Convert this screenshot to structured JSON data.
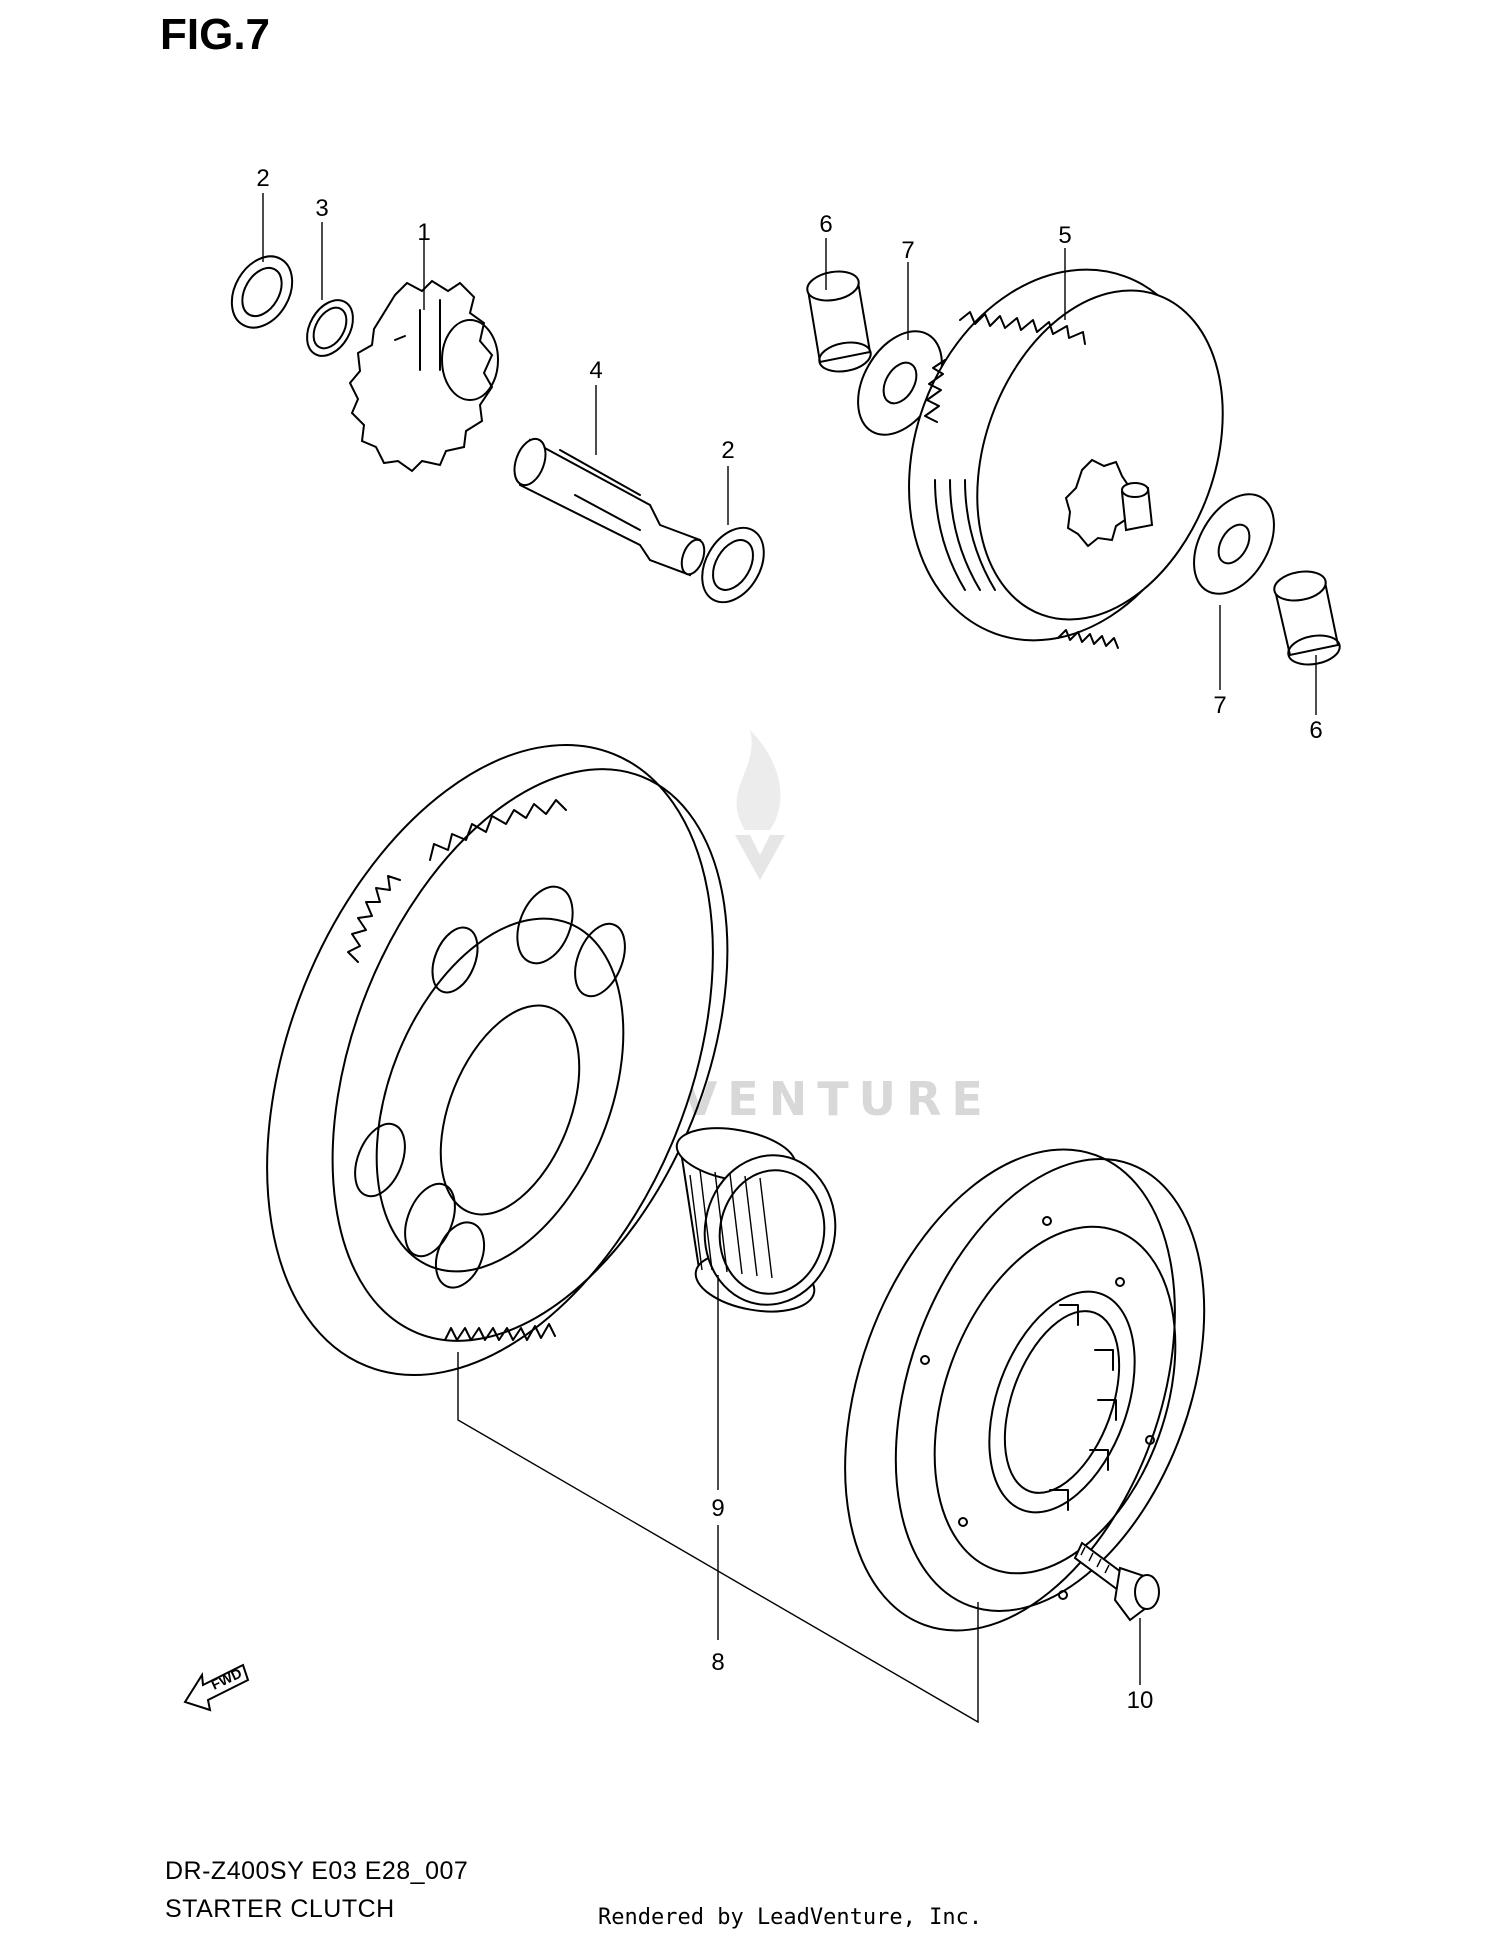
{
  "figure": {
    "title": "FIG.7",
    "model_code": "DR-Z400SY E03 E28_007",
    "section_name": "STARTER CLUTCH",
    "rendered_by": "Rendered by LeadVenture, Inc.",
    "watermark": "LEADVENTURE",
    "direction_label": "FWD"
  },
  "callouts": [
    {
      "label": "2"
    },
    {
      "label": "3"
    },
    {
      "label": "1"
    },
    {
      "label": "4"
    },
    {
      "label": "2"
    },
    {
      "label": "6"
    },
    {
      "label": "7"
    },
    {
      "label": "5"
    },
    {
      "label": "7"
    },
    {
      "label": "6"
    },
    {
      "label": "9"
    },
    {
      "label": "8"
    },
    {
      "label": "10"
    }
  ]
}
